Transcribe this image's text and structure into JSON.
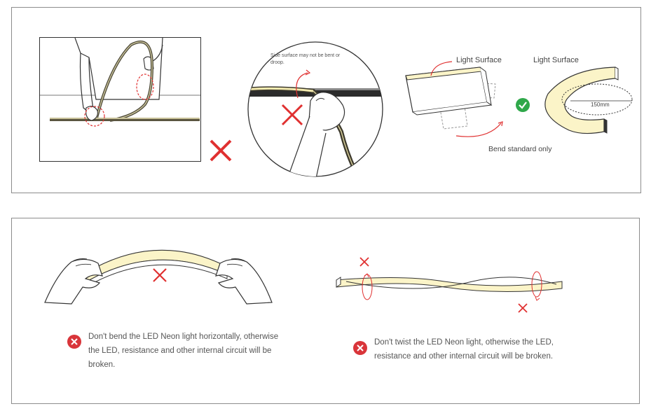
{
  "top": {
    "side_surface_note": "Side surface may not be bent or droop.",
    "light_surface_left": "Light Surface",
    "light_surface_right": "Light Surface",
    "radius_label": "150mm",
    "bend_note": "Bend standard only"
  },
  "bottom": {
    "horizontal_note": "Don't bend the LED Neon light horizontally, otherwise the LED, resistance and other internal circuit will be broken.",
    "twist_note": "Don't twist the LED Neon light, otherwise the LED, resistance and other internal circuit will be broken."
  },
  "colors": {
    "cross_red": "#e03030",
    "check_green": "#2fa84a",
    "led_fill": "#fbf4c8",
    "outline": "#333333"
  },
  "icons": [
    "cross-icon",
    "check-icon",
    "error-icon",
    "rotation-arrow-icon"
  ]
}
